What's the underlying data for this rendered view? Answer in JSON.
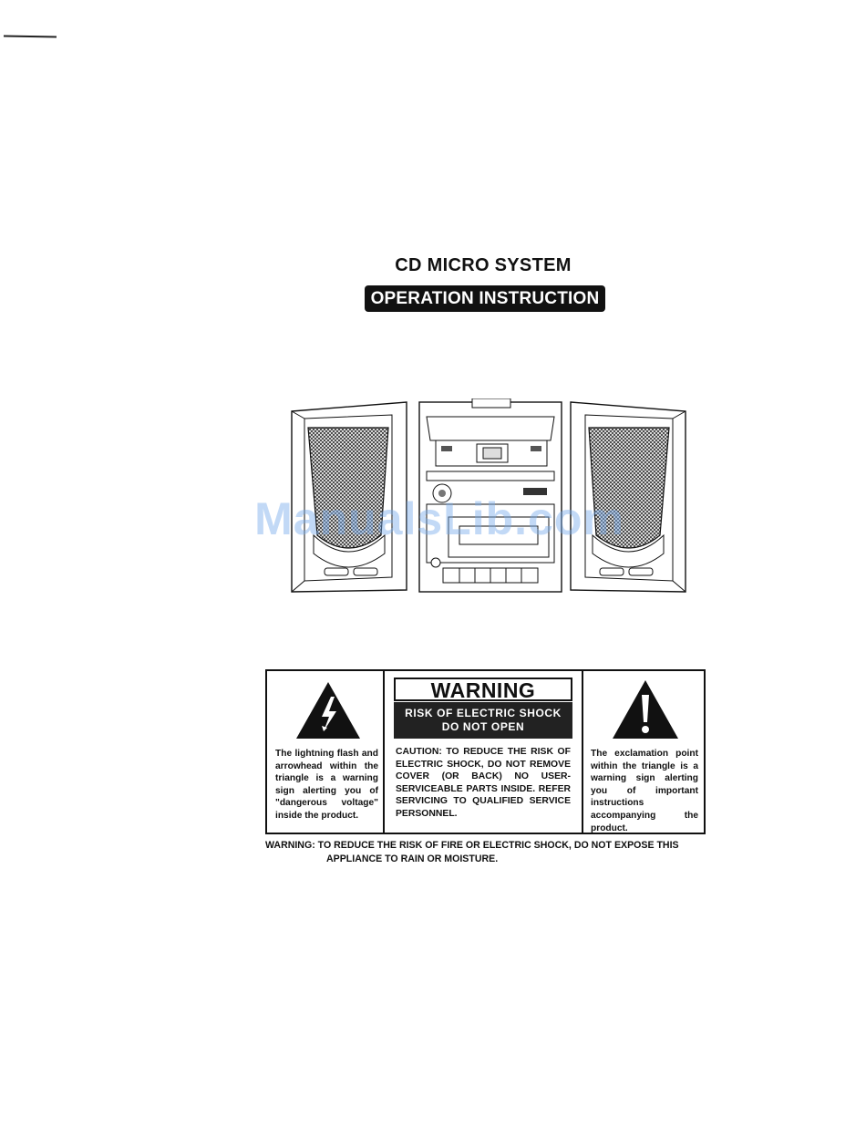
{
  "header": {
    "title": "CD MICRO SYSTEM",
    "subtitle": "OPERATION INSTRUCTION"
  },
  "watermark": "ManualsLib.com",
  "warning_panel": {
    "left_text": "The lightning flash and arrowhead within the triangle is a warning sign alerting you of \"dangerous voltage\" inside the product.",
    "center_title": "WARNING",
    "center_banner_line1": "RISK OF ELECTRIC SHOCK",
    "center_banner_line2": "DO NOT OPEN",
    "center_text": "CAUTION: TO REDUCE THE RISK OF ELECTRIC SHOCK, DO NOT REMOVE COVER (OR BACK) NO USER-SERVICEABLE PARTS INSIDE. REFER SERVICING TO QUALIFIED SERVICE PERSONNEL.",
    "right_text": "The exclamation point within the triangle is a warning sign alerting you of important instructions accompanying the product."
  },
  "footer_warning": {
    "line1": "WARNING: TO REDUCE THE RISK OF FIRE OR ELECTRIC SHOCK, DO NOT EXPOSE THIS",
    "line2": "APPLIANCE TO RAIN OR MOISTURE."
  },
  "icons": {
    "left": "lightning-triangle-icon",
    "right": "exclamation-triangle-icon"
  }
}
